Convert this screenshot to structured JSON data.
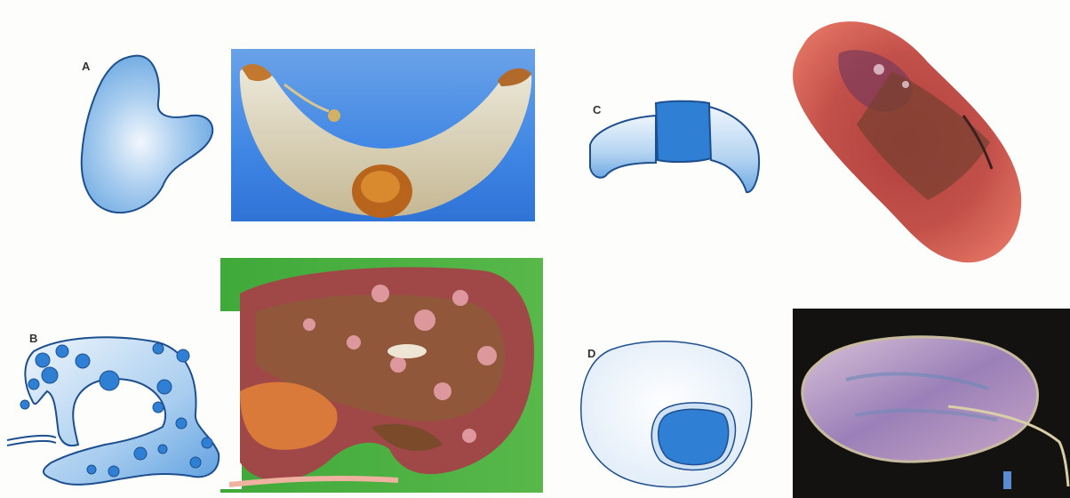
{
  "panels": [
    {
      "id": "A",
      "label": "A",
      "diagram": "bilobed-placenta-diagram",
      "photo": "bilobed-placenta-photo"
    },
    {
      "id": "B",
      "label": "B",
      "diagram": "multiple-cotyledon-placenta-diagram",
      "photo": "multiple-cotyledon-placenta-photo"
    },
    {
      "id": "C",
      "label": "C",
      "diagram": "zonary-placenta-diagram",
      "photo": "zonary-placenta-photo"
    },
    {
      "id": "D",
      "label": "D",
      "diagram": "discoid-placenta-diagram",
      "photo": "discoid-placenta-photo"
    }
  ],
  "colors": {
    "diagram_fill_light": "#eef4fb",
    "diagram_fill_mid": "#8fc0ea",
    "diagram_fill_dark": "#2f7fd4",
    "diagram_stroke": "#1d4f8f"
  }
}
